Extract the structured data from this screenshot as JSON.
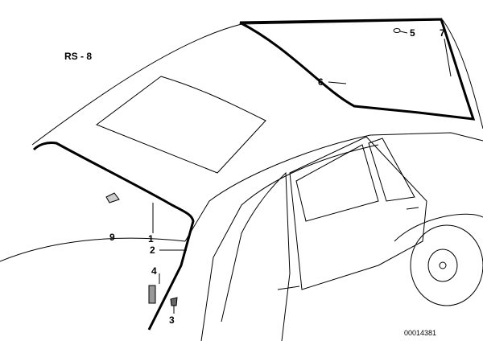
{
  "diagram_code": "RS - 8",
  "image_number": "00014381",
  "callouts": [
    {
      "number": "1"
    },
    {
      "number": "2"
    },
    {
      "number": "3"
    },
    {
      "number": "4"
    },
    {
      "number": "5"
    },
    {
      "number": "6"
    },
    {
      "number": "7"
    },
    {
      "number": "9"
    }
  ]
}
